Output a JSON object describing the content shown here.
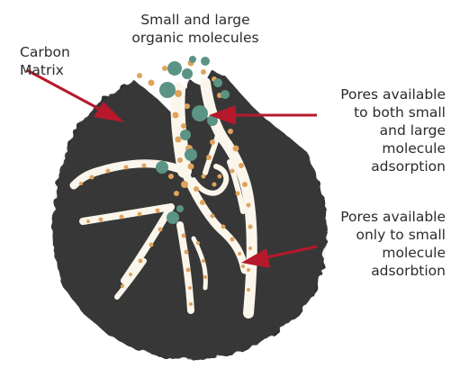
{
  "labels": {
    "molecules": "Small and large\norganic molecules",
    "carbon_matrix": "Carbon\nMatrix",
    "pores_both": "Pores available\nto both small\nand large\nmolecule\nadsorption",
    "pores_small": "Pores available\nonly to small\nmolecule\nadsorbtion"
  },
  "colors": {
    "carbon": "#2e2e2e",
    "pore": "#fbf6ec",
    "small_molecule": "#e0a35c",
    "large_molecule": "#5b9485",
    "arrow": "#b5192b",
    "text": "#2b2b2b"
  }
}
